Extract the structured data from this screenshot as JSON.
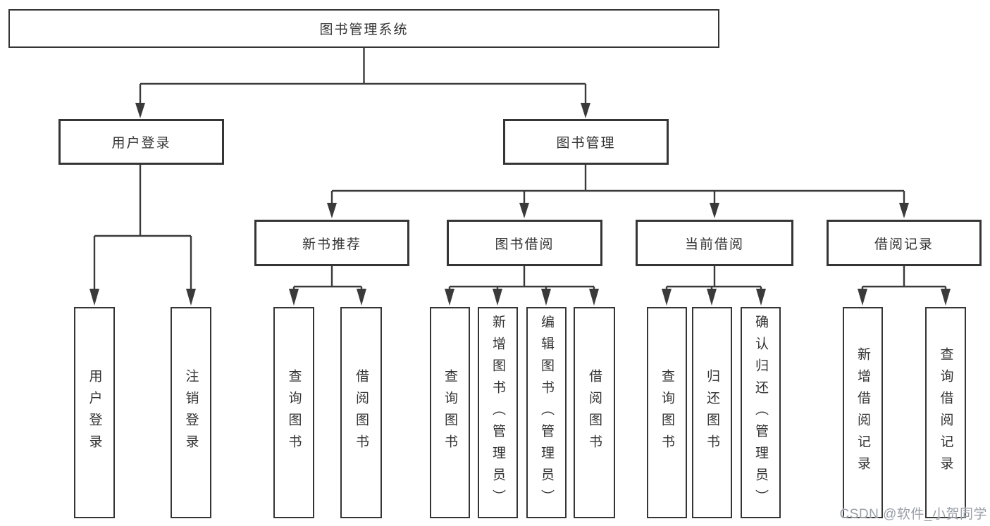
{
  "tree": {
    "root": {
      "label": "图书管理系统"
    },
    "branches": [
      {
        "label": "用户登录",
        "children": [
          {
            "label": "用户登录"
          },
          {
            "label": "注销登录"
          }
        ]
      },
      {
        "label": "图书管理",
        "children": [
          {
            "label": "新书推荐",
            "children": [
              {
                "label": "查询图书"
              },
              {
                "label": "借阅图书"
              }
            ]
          },
          {
            "label": "图书借阅",
            "children": [
              {
                "label": "查询图书"
              },
              {
                "label": "新增图书（管理员）"
              },
              {
                "label": "编辑图书（管理员）"
              },
              {
                "label": "借阅图书"
              }
            ]
          },
          {
            "label": "当前借阅",
            "children": [
              {
                "label": "查询图书"
              },
              {
                "label": "归还图书"
              },
              {
                "label": "确认归还（管理员）"
              }
            ]
          },
          {
            "label": "借阅记录",
            "children": [
              {
                "label": "新增借阅记录"
              },
              {
                "label": "查询借阅记录"
              }
            ]
          }
        ]
      }
    ]
  },
  "watermark": {
    "text": "CSDN @软件_小贺同学"
  },
  "colors": {
    "line": "#3a3a3a",
    "box_border": "#353535",
    "text": "#333333",
    "background": "#ffffff",
    "watermark": "#9aa0a8"
  }
}
